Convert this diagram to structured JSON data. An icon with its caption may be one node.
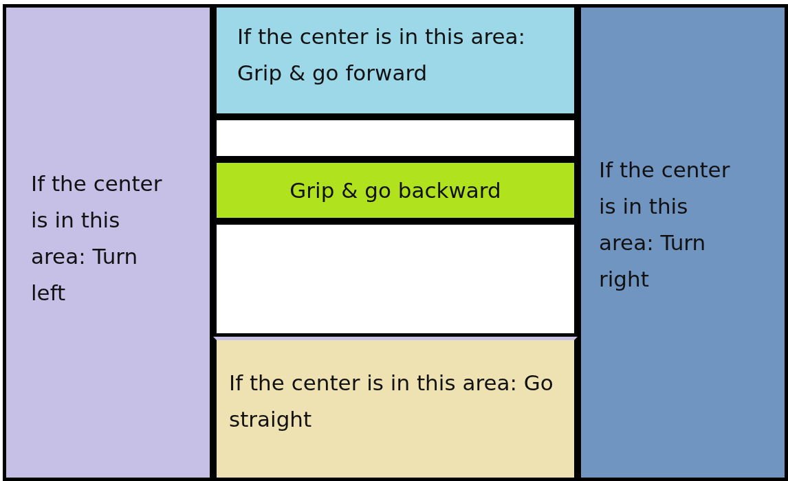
{
  "diagram": {
    "nodes": [
      {
        "text": [
          "If the center is in this area: Turn left"
        ]
      },
      {
        "text": [
          "If the center is in this area: Grip & go forward"
        ]
      },
      {
        "text": [],
        "shape": "box"
      },
      {
        "text": [
          "Grip & go backward"
        ]
      },
      {
        "text": [],
        "shape": "box"
      },
      {
        "text": [
          "If the center is in this area: Go straight"
        ]
      },
      {
        "text": [
          "If the center is in this area: Turn right"
        ]
      }
    ],
    "edges": []
  }
}
